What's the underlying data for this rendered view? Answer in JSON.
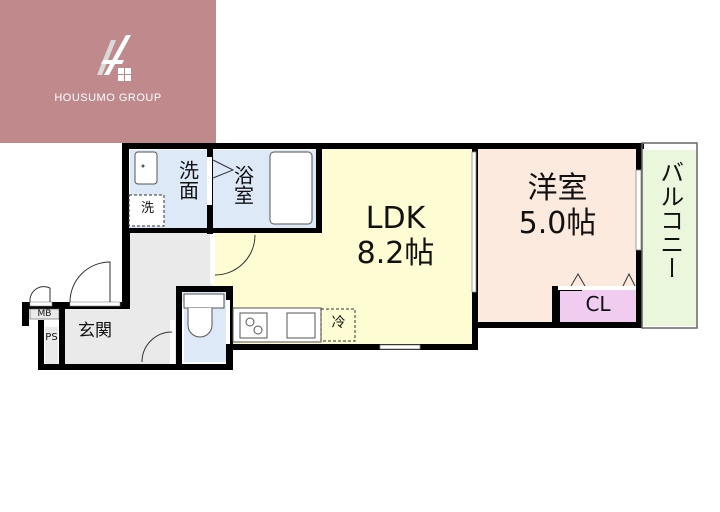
{
  "logo": {
    "brand": "HOUSUMO GROUP",
    "background_color": "#c08a8d"
  },
  "floor_plan": {
    "rooms": {
      "ldk": {
        "name": "LDK",
        "size": "8.2帖",
        "color": "#fdfcd2"
      },
      "western_room": {
        "name": "洋室",
        "size": "5.0帖",
        "color": "#fdeade"
      },
      "balcony": {
        "name": "バルコニー",
        "color": "#eaf7dd"
      },
      "closet": {
        "name": "CL",
        "color": "#f1ccf1"
      },
      "bathroom": {
        "name": "浴室",
        "color": "#dde9f7"
      },
      "washroom": {
        "name": "洗面",
        "color": "#dde9f7"
      },
      "washer": {
        "name": "洗"
      },
      "entrance": {
        "name": "玄関",
        "color": "#eaeaea"
      },
      "toilet": {
        "color": "#dde9f7"
      },
      "hall": {
        "color": "#eaeaea"
      },
      "fridge": {
        "name": "冷"
      },
      "meter_box": {
        "name": "MB"
      },
      "pipe_space": {
        "name": "PS"
      }
    }
  }
}
